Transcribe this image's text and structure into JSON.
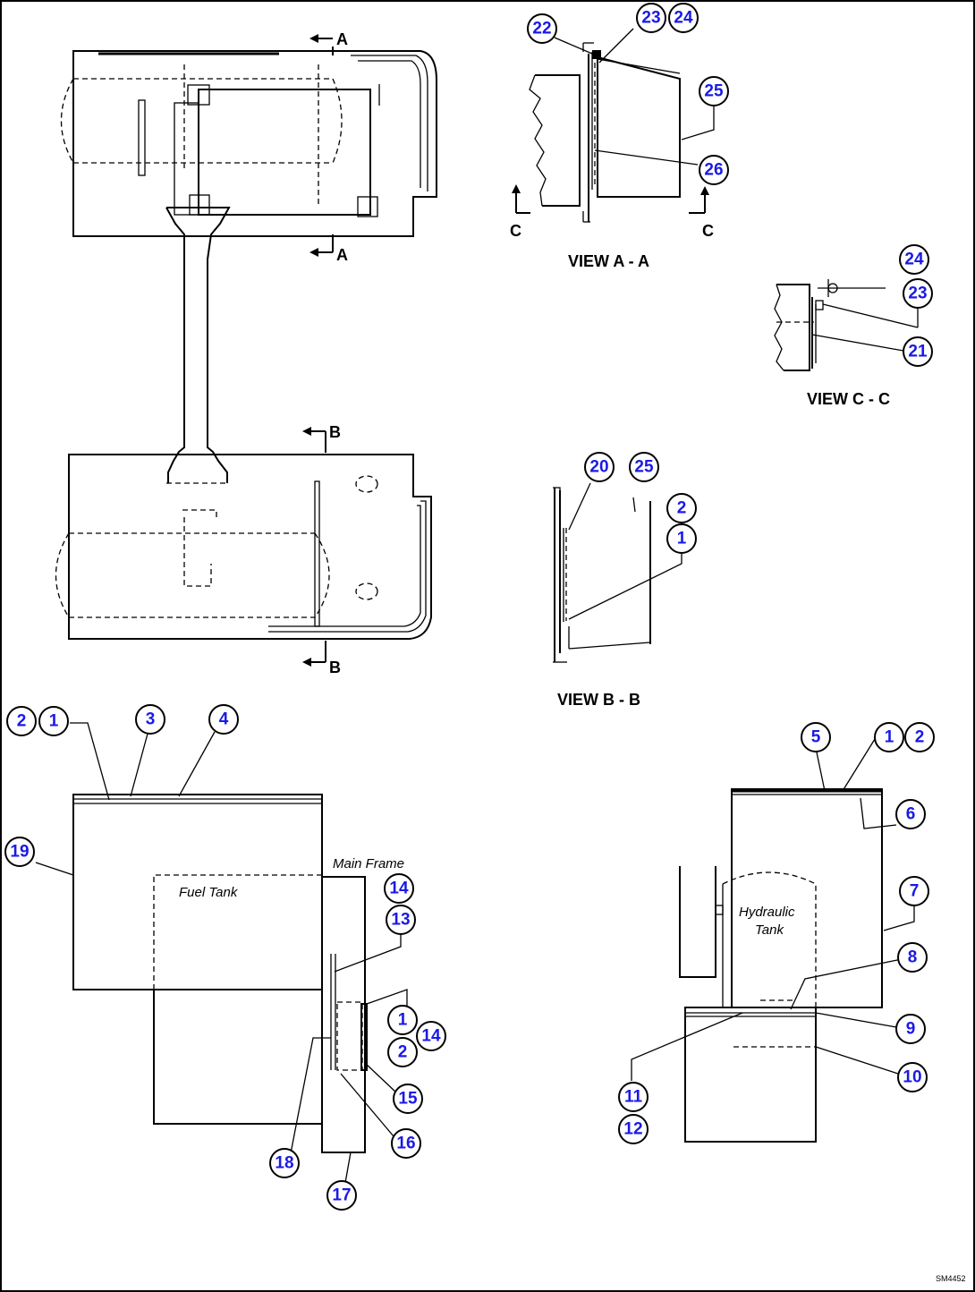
{
  "views": {
    "aa": "VIEW A - A",
    "bb": "VIEW B - B",
    "cc": "VIEW C - C"
  },
  "section_marks": {
    "a_top": "A",
    "a_bottom": "A",
    "b_top": "B",
    "b_bottom": "B",
    "c_left": "C",
    "c_right": "C"
  },
  "labels": {
    "main_frame": "Main Frame",
    "fuel_tank": "Fuel Tank",
    "hydraulic_tank_line1": "Hydraulic",
    "hydraulic_tank_line2": "Tank"
  },
  "balloons": {
    "b_22": "22",
    "b_23a": "23",
    "b_24a": "24",
    "b_25a": "25",
    "b_26": "26",
    "b_24b": "24",
    "b_23b": "23",
    "b_21": "21",
    "b_20": "20",
    "b_25b": "25",
    "b_2a": "2",
    "b_1a": "1",
    "b_2b": "2",
    "b_1b": "1",
    "b_3": "3",
    "b_4": "4",
    "b_19": "19",
    "b_14a": "14",
    "b_13": "13",
    "b_1c": "1",
    "b_2c": "2",
    "b_14b": "14",
    "b_15": "15",
    "b_16": "16",
    "b_17": "17",
    "b_18": "18",
    "b_5": "5",
    "b_1d": "1",
    "b_2d": "2",
    "b_6": "6",
    "b_7": "7",
    "b_8": "8",
    "b_9": "9",
    "b_10": "10",
    "b_11": "11",
    "b_12": "12"
  },
  "drawing_id": "SM4452"
}
